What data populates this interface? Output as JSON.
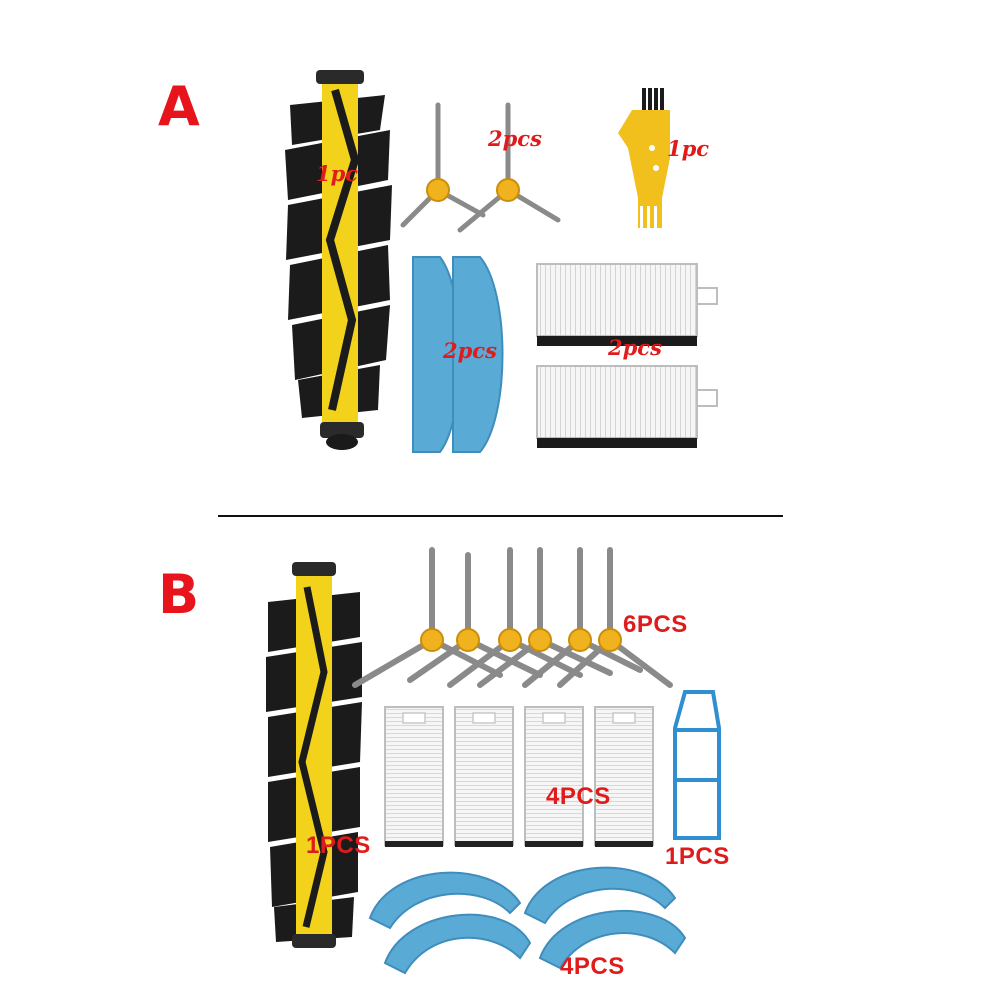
{
  "sections": {
    "a": {
      "letter": "A"
    },
    "b": {
      "letter": "B"
    }
  },
  "labels": {
    "a_main_brush": "1pc",
    "a_side_brushes": "2pcs",
    "a_cleaning_tool": "1pc",
    "a_mop_pads": "2pcs",
    "a_filters": "2pcs",
    "b_main_brush": "1PCS",
    "b_side_brushes": "6PCS",
    "b_filters": "4PCS",
    "b_mesh_filter": "1PCS",
    "b_mop_pads": "4PCS"
  },
  "colors": {
    "label_red": "#e01b1b",
    "brush_yellow": "#f2d21a",
    "bristle_black": "#1a1a1a",
    "mop_blue": "#5aaad6",
    "arm_gray": "#8a8a8a",
    "hub_orange": "#f0b21e",
    "filter_white": "#f4f4f4"
  }
}
